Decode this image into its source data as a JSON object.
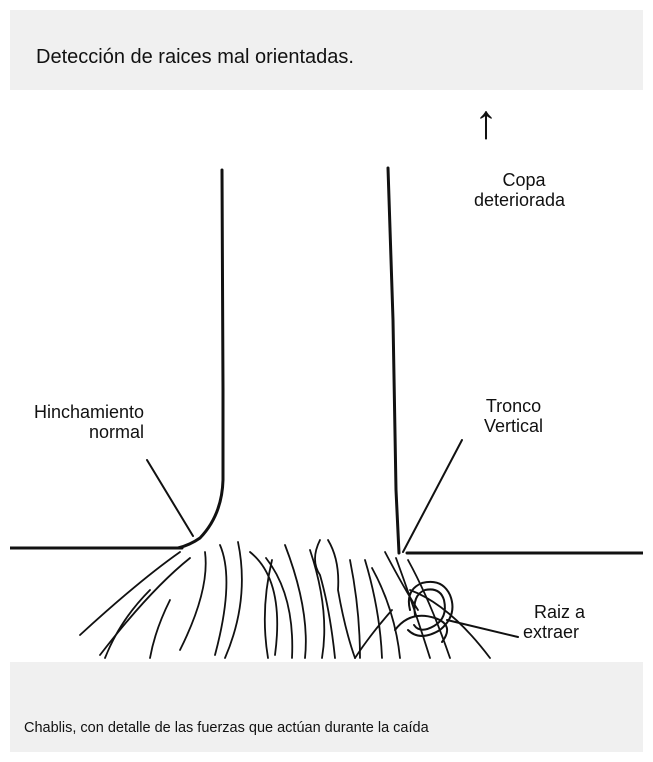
{
  "title": "Detección de raices mal orientadas.",
  "labels": {
    "crown": [
      "Copa",
      "deteriorada"
    ],
    "swelling": [
      "Hinchamiento",
      "normal"
    ],
    "trunk": [
      "Tronco",
      "Vertical"
    ],
    "root": [
      "Raiz a",
      "extraer"
    ]
  },
  "up_arrow": "↑",
  "caption": "Chablis, con detalle de las fuerzas que actúan durante la caída",
  "colors": {
    "panel": "#f0f0f0",
    "ink": "#111111",
    "drawing_bg": "#ffffff"
  }
}
